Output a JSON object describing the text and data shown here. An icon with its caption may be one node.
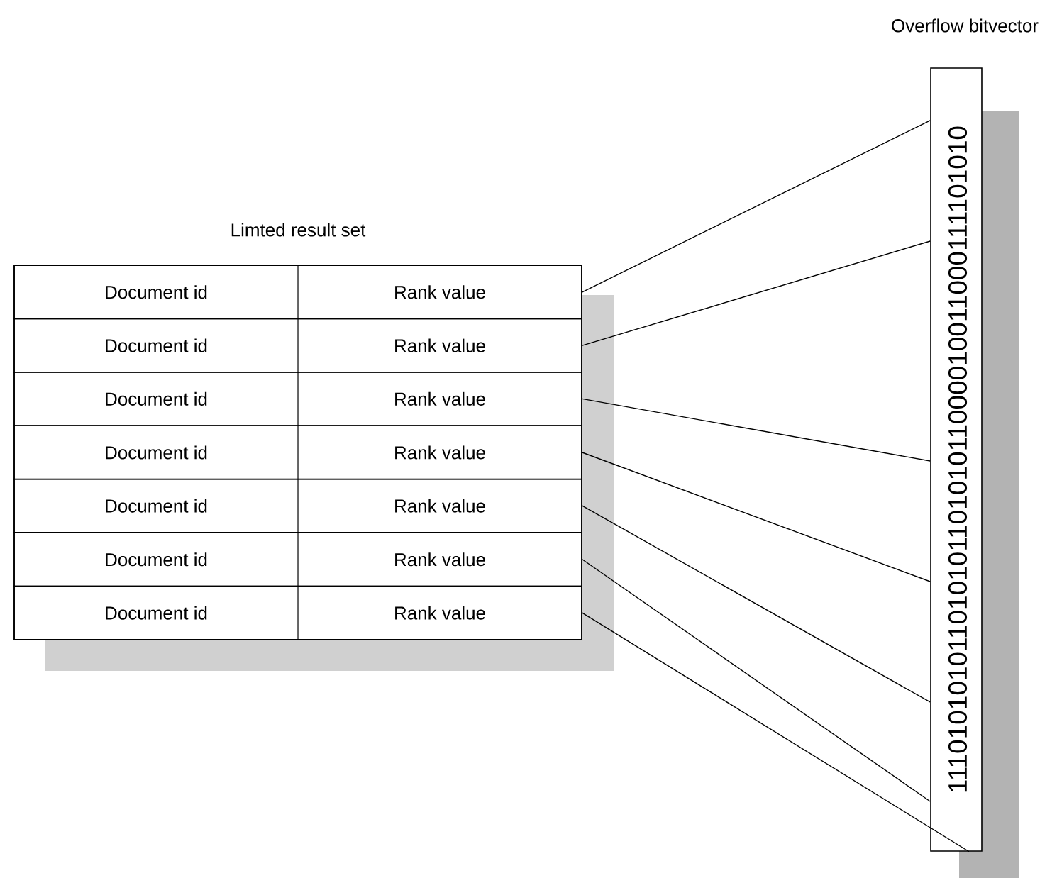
{
  "diagram": {
    "nodes": [
      {
        "text": [
          "Limted result set"
        ]
      },
      {
        "text": [
          "Document id",
          "Rank value"
        ],
        "in": 0
      },
      {
        "text": [
          "Document id",
          "Rank value"
        ],
        "in": 0
      },
      {
        "text": [
          "Document id",
          "Rank value"
        ],
        "in": 0
      },
      {
        "text": [
          "Document id",
          "Rank value"
        ],
        "in": 0
      },
      {
        "text": [
          "Document id",
          "Rank value"
        ],
        "in": 0
      },
      {
        "text": [
          "Document id",
          "Rank value"
        ],
        "in": 0
      },
      {
        "text": [
          "Document id",
          "Rank value"
        ],
        "in": 0
      },
      {
        "text": [
          "Overflow bitvector",
          "11101010101101010110101011000010011000111101010"
        ]
      }
    ],
    "edges": [
      {
        "from": 1,
        "to": 8,
        "arrow": "none"
      },
      {
        "from": 2,
        "to": 8,
        "arrow": "none"
      },
      {
        "from": 3,
        "to": 8,
        "arrow": "none"
      },
      {
        "from": 4,
        "to": 8,
        "arrow": "none"
      },
      {
        "from": 5,
        "to": 8,
        "arrow": "none"
      },
      {
        "from": 6,
        "to": 8,
        "arrow": "none"
      },
      {
        "from": 7,
        "to": 8,
        "arrow": "none"
      }
    ]
  }
}
